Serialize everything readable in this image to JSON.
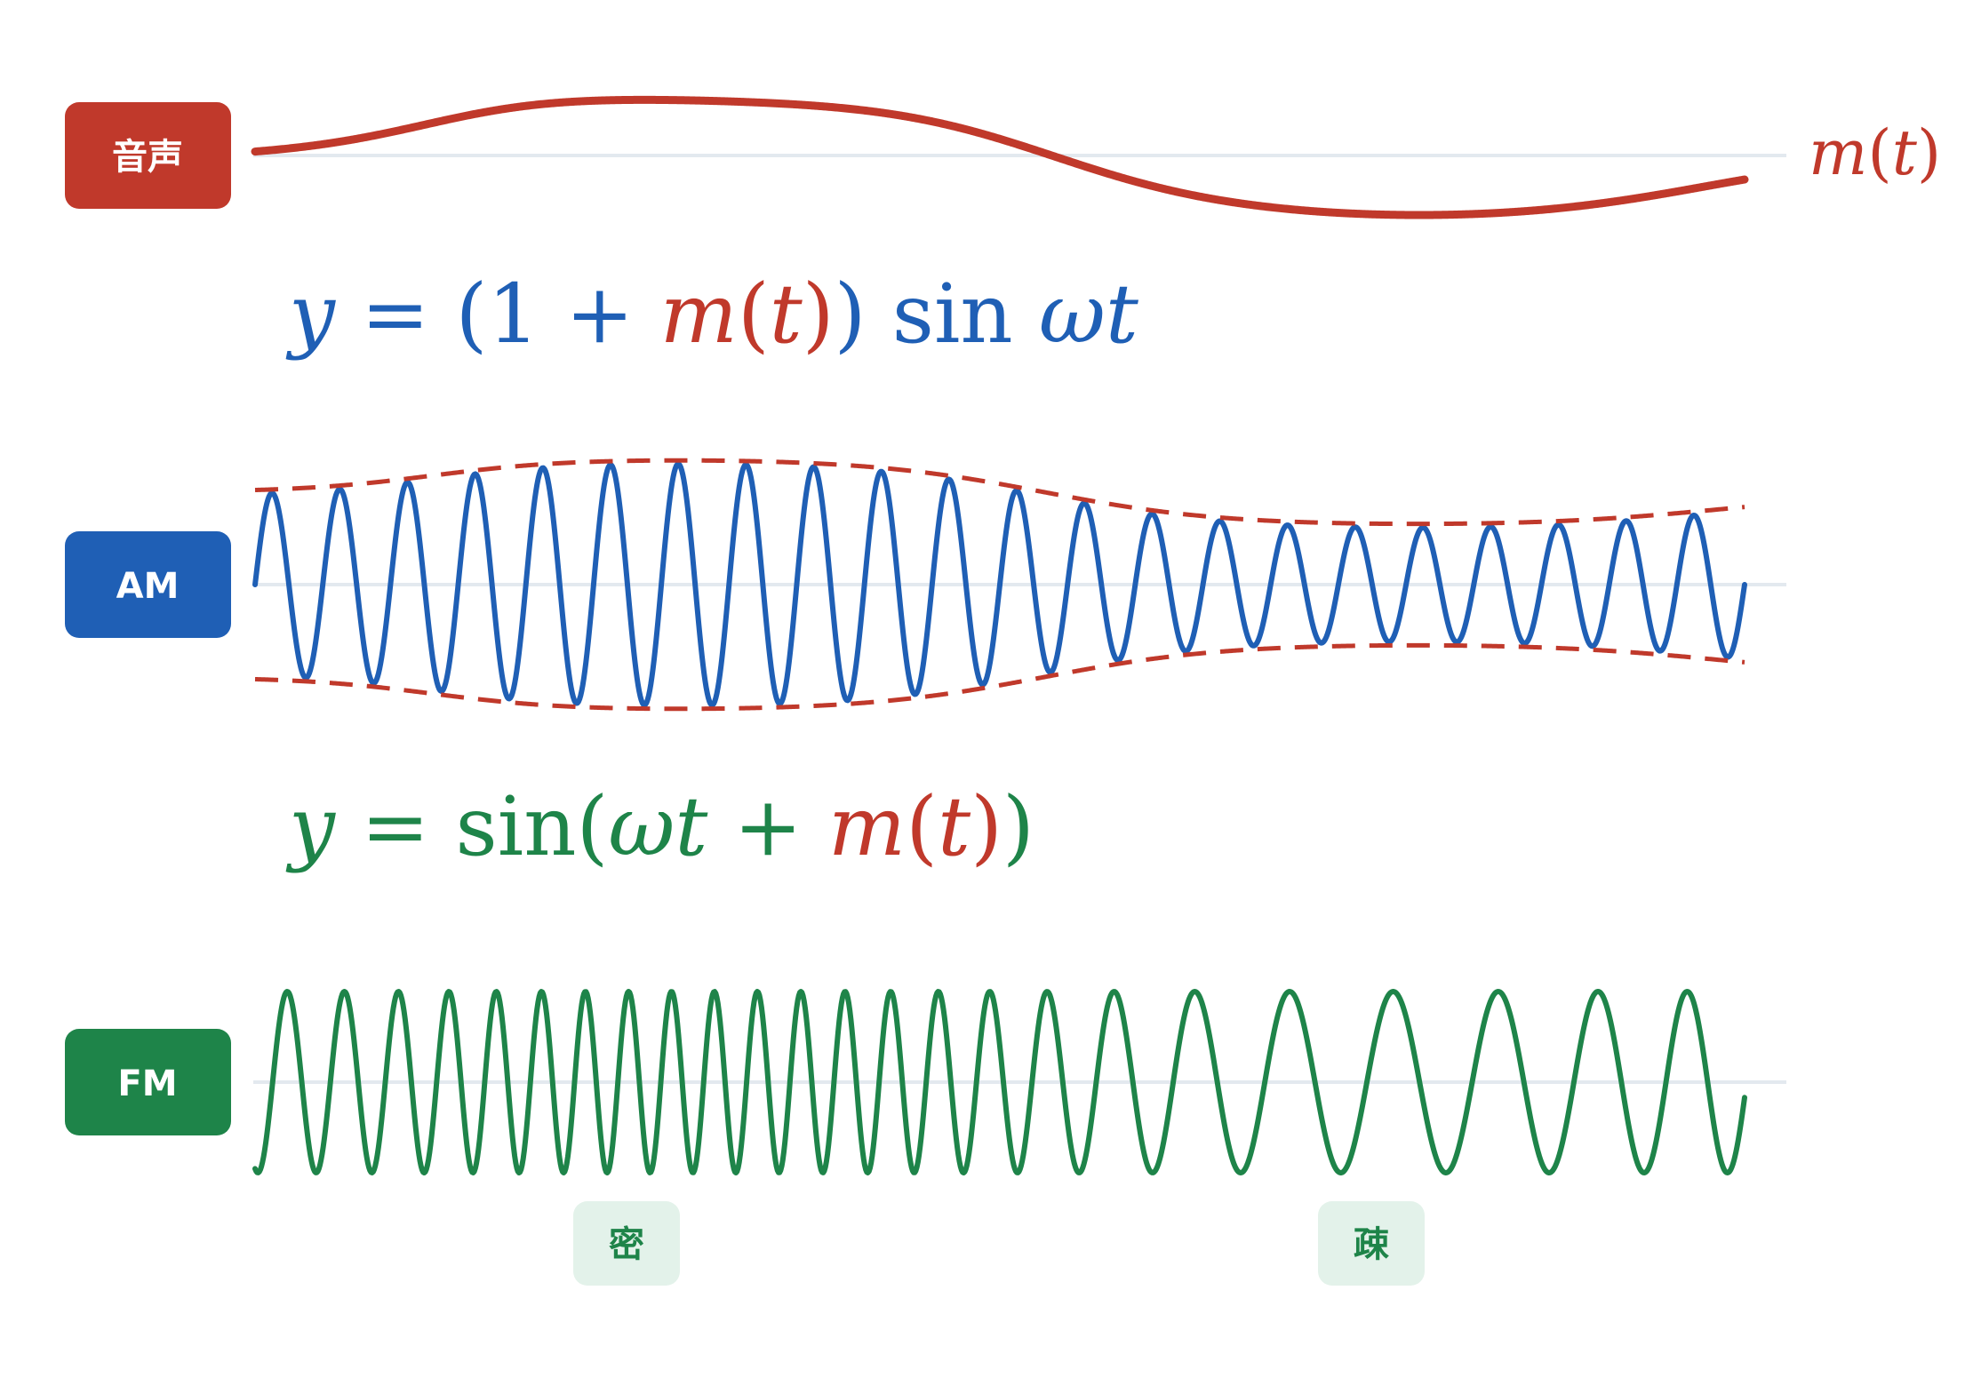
{
  "colors": {
    "voice": "#c0392b",
    "am": "#1f5fb5",
    "fm": "#1e8449",
    "tag_bg": "#e3f2ea",
    "axis": "#e3e9ef"
  },
  "voice": {
    "badge": "音声",
    "end_label": {
      "m": "m",
      "open": "(",
      "t": "t",
      "close": ")"
    }
  },
  "am": {
    "badge": "AM",
    "formula": {
      "y": "y",
      "eq": " = (1 + ",
      "m": "m",
      "p1": "(",
      "t": "t",
      "p2": ")",
      "rest": ") sin ",
      "omega_t": "ωt"
    }
  },
  "fm": {
    "badge": "FM",
    "formula": {
      "y": "y",
      "eq": " = sin(",
      "omega_t": "ωt",
      "plus": " + ",
      "m": "m",
      "p1": "(",
      "t": "t",
      "p2": ")",
      "close": ")"
    },
    "tag_dense": "密",
    "tag_sparse": "疎"
  }
}
